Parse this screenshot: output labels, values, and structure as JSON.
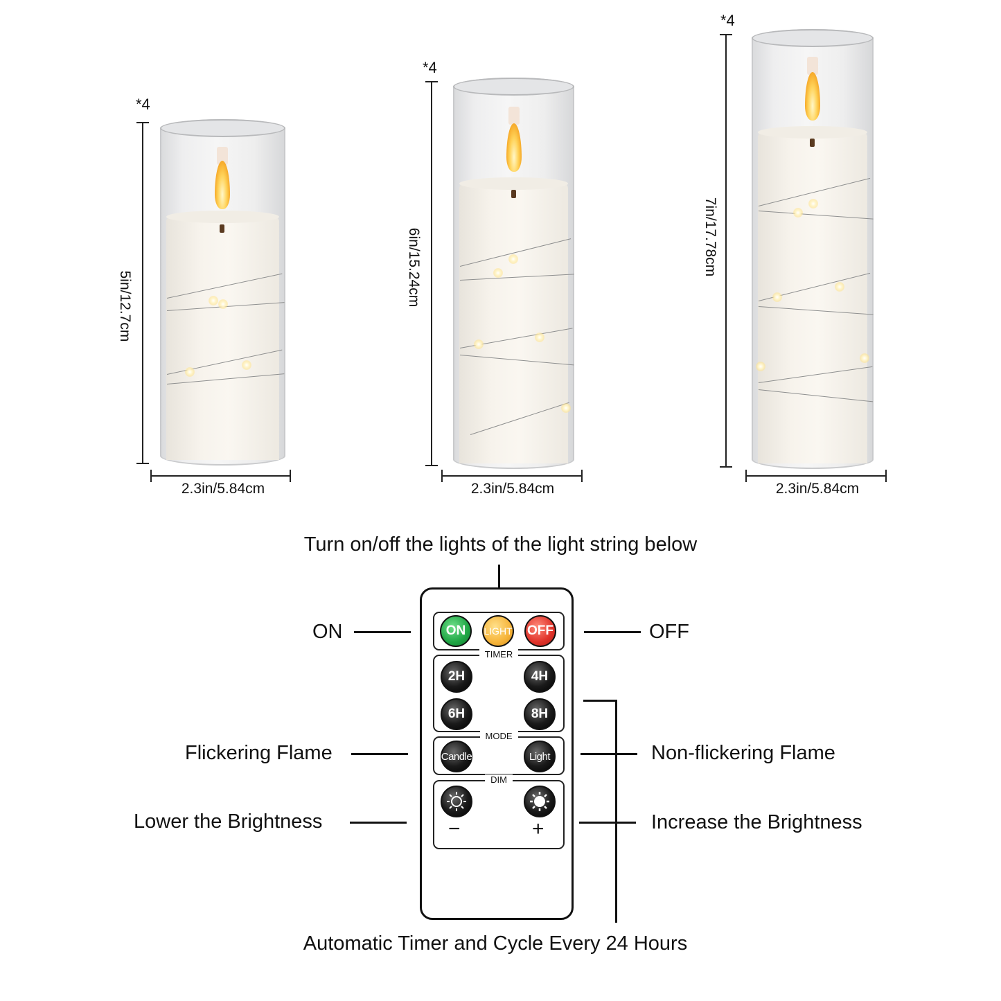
{
  "candles": [
    {
      "quantity": "*4",
      "height_label": "5in/12.7cm",
      "width_label": "2.3in/5.84cm"
    },
    {
      "quantity": "*4",
      "height_label": "6in/15.24cm",
      "width_label": "2.3in/5.84cm"
    },
    {
      "quantity": "*4",
      "height_label": "7in/17.78cm",
      "width_label": "2.3in/5.84cm"
    }
  ],
  "remote": {
    "top_caption": "Turn on/off the lights of the light string below",
    "bottom_caption": "Automatic Timer and Cycle Every 24 Hours",
    "labels": {
      "on": "ON",
      "off": "OFF",
      "flicker": "Flickering Flame",
      "nonflicker": "Non-flickering Flame",
      "lower": "Lower the Brightness",
      "increase": "Increase the Brightness"
    },
    "buttons": {
      "on": "ON",
      "light": "LIGHT",
      "off": "OFF",
      "t2": "2H",
      "t4": "4H",
      "t6": "6H",
      "t8": "8H",
      "candle": "Candle",
      "light_mode": "Light",
      "minus": "−",
      "plus": "+"
    },
    "groups": {
      "timer": "TIMER",
      "mode": "MODE",
      "dim": "DIM"
    },
    "colors": {
      "on": "#1fa544",
      "light": "#f6b43a",
      "off": "#e0332a",
      "black": "#111111"
    }
  }
}
